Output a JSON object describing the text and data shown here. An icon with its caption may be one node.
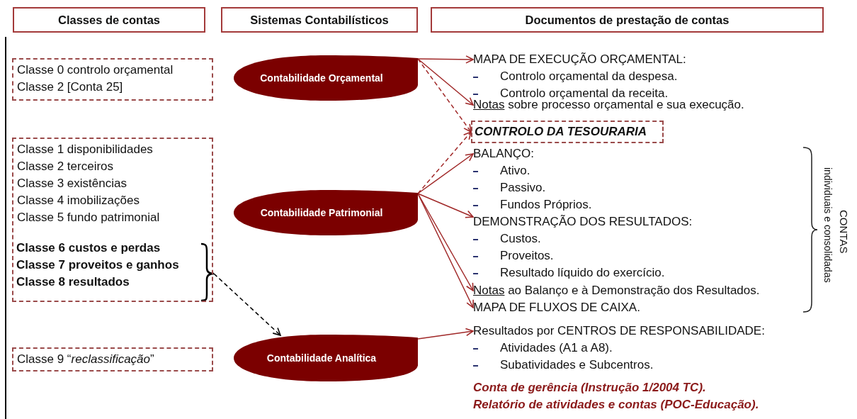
{
  "diagram": {
    "nodes": [
      {
        "text": [
          "Classes de contas"
        ]
      },
      {
        "text": [
          "Sistemas Contabilísticos"
        ]
      },
      {
        "text": [
          "Documentos de prestação de contas"
        ]
      },
      {
        "text": [
          "Classe 0 controlo orçamental",
          "Classe 2 [Conta 25]"
        ]
      },
      {
        "text": [
          "Classe 1 disponibilidades",
          "Classe 2 terceiros",
          "Classe 3 existências",
          "Classe 4 imobilizações",
          "Classe 5 fundo patrimonial"
        ]
      },
      {
        "text": [
          "Classe 6 custos e perdas",
          "Classe 7 proveitos e ganhos",
          "Classe 8 resultados"
        ],
        "in": 4
      },
      {
        "text": [
          "Classe 9 “*reclassificação*”"
        ]
      },
      {
        "text": [
          "Contabilidade Orçamental"
        ]
      },
      {
        "text": [
          "Contabilidade Patrimonial"
        ]
      },
      {
        "text": [
          "Contabilidade Analítica"
        ]
      },
      {
        "text": [
          "MAPA DE EXECUÇÃO ORÇAMENTAL:",
          "Controlo orçamental da despesa.",
          "Controlo orçamental da receita."
        ]
      },
      {
        "text": [
          "Notas sobre processo orçamental e sua execução."
        ]
      },
      {
        "text": [
          "CONTROLO DA TESOURARIA"
        ]
      },
      {
        "text": [
          "BALANÇO:",
          "Ativo.",
          "Passivo.",
          "Fundos Próprios."
        ]
      },
      {
        "text": [
          "DEMONSTRAÇÃO DOS RESULTADOS:",
          "Custos.",
          "Proveitos.",
          "Resultado líquido do exercício."
        ]
      },
      {
        "text": [
          "Notas ao Balanço e à Demonstração dos Resultados."
        ]
      },
      {
        "text": [
          "MAPA DE FLUXOS DE CAIXA."
        ]
      },
      {
        "text": [
          "Resultados por CENTROS DE RESPONSABILIDADE:",
          "Atividades (A1 a A8).",
          "Subatividades e Subcentros."
        ]
      }
    ],
    "edges": [
      {
        "from": 7,
        "to": 10,
        "arrow": "to"
      },
      {
        "from": 7,
        "to": 11,
        "arrow": "to"
      },
      {
        "from": 7,
        "to": 12,
        "arrow": "to",
        "style": "dashed"
      },
      {
        "from": 8,
        "to": 12,
        "arrow": "to",
        "style": "dashed"
      },
      {
        "from": 8,
        "to": 13,
        "arrow": "to"
      },
      {
        "from": 8,
        "to": 14,
        "arrow": "to"
      },
      {
        "from": 8,
        "to": 15,
        "arrow": "to"
      },
      {
        "from": 8,
        "to": 16,
        "arrow": "to"
      },
      {
        "from": 9,
        "to": 17,
        "arrow": "to"
      },
      {
        "from": 5,
        "to": 9,
        "arrow": "to",
        "style": "dashed",
        "color": "#000000"
      }
    ],
    "labels": [
      "CONTAS",
      "individuais e consolidadas",
      "Conta de gerência (Instrução 1/2004 TC).",
      "Relatório de atividades e contas (POC-Educação)."
    ]
  }
}
